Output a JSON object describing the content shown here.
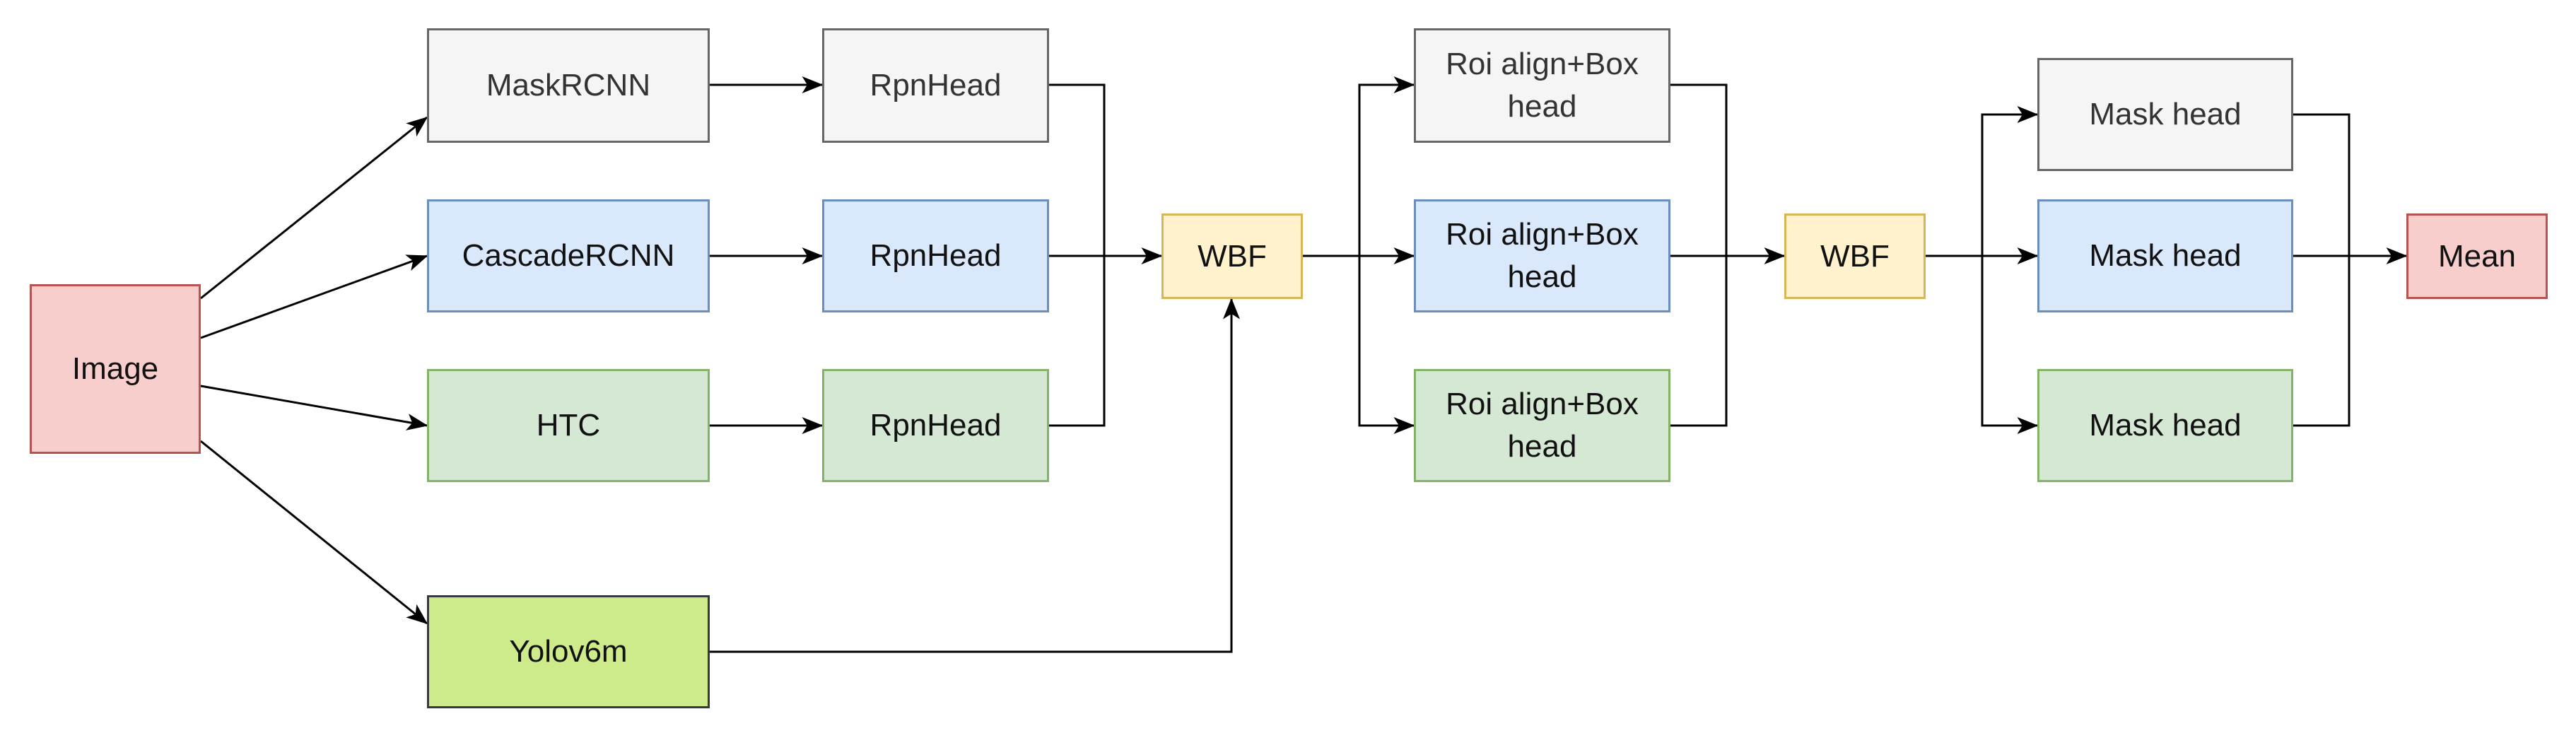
{
  "nodes": {
    "image": "Image",
    "maskrcnn": "MaskRCNN",
    "cascadercnn": "CascadeRCNN",
    "htc": "HTC",
    "yolov6m": "Yolov6m",
    "rpn_1": "RpnHead",
    "rpn_2": "RpnHead",
    "rpn_3": "RpnHead",
    "wbf_1": "WBF",
    "roi_1": "Roi align+Box head",
    "roi_2": "Roi align+Box head",
    "roi_3": "Roi align+Box head",
    "wbf_2": "WBF",
    "mask_1": "Mask head",
    "mask_2": "Mask head",
    "mask_3": "Mask head",
    "mean": "Mean"
  },
  "colors": {
    "gray_fill": "#f5f5f5",
    "gray_stroke": "#666666",
    "blue_fill": "#dae8fc",
    "blue_stroke": "#6c8ebf",
    "green_fill": "#d5e8d4",
    "green_stroke": "#82b366",
    "lime_fill": "#cdeb8b",
    "lime_stroke": "#36393d",
    "red_fill": "#f8cecc",
    "red_stroke": "#b85450",
    "yellow_fill": "#fff2cc",
    "yellow_stroke": "#d6b656",
    "edge": "#000000"
  },
  "edges": [
    {
      "from": "Image",
      "to": "MaskRCNN"
    },
    {
      "from": "Image",
      "to": "CascadeRCNN"
    },
    {
      "from": "Image",
      "to": "HTC"
    },
    {
      "from": "Image",
      "to": "Yolov6m"
    },
    {
      "from": "MaskRCNN",
      "to": "RpnHead"
    },
    {
      "from": "CascadeRCNN",
      "to": "RpnHead"
    },
    {
      "from": "HTC",
      "to": "RpnHead"
    },
    {
      "from": "RpnHead",
      "to": "WBF"
    },
    {
      "from": "Yolov6m",
      "to": "WBF"
    },
    {
      "from": "WBF",
      "to": "Roi align+Box head"
    },
    {
      "from": "Roi align+Box head",
      "to": "WBF"
    },
    {
      "from": "WBF",
      "to": "Mask head"
    },
    {
      "from": "Mask head",
      "to": "Mean"
    }
  ]
}
